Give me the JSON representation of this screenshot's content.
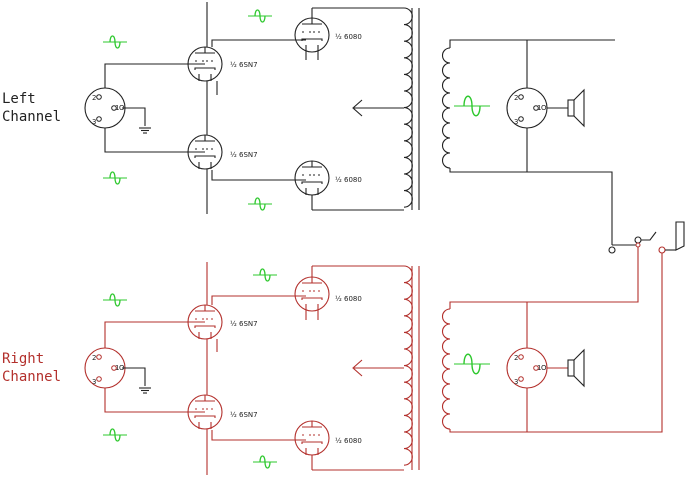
{
  "colors": {
    "left": "#222222",
    "right": "#b3302c",
    "signal": "#2ec82e"
  },
  "left_channel": {
    "label_line1": "Left",
    "label_line2": "Channel",
    "tubes": {
      "driver_top": "½ 6SN7",
      "driver_bottom": "½ 6SN7",
      "output_top": "½ 6080",
      "output_bottom": "½ 6080"
    },
    "input_jack_pins": {
      "p1": "1",
      "p2": "2",
      "p3": "3",
      "o": "O"
    },
    "output_jack_pins": {
      "p1": "1",
      "p2": "2",
      "p3": "3",
      "o": "O"
    }
  },
  "right_channel": {
    "label_line1": "Right",
    "label_line2": "Channel",
    "tubes": {
      "driver_top": "½ 6SN7",
      "driver_bottom": "½ 6SN7",
      "output_top": "½ 6080",
      "output_bottom": "½ 6080"
    },
    "input_jack_pins": {
      "p1": "1",
      "p2": "2",
      "p3": "3",
      "o": "O"
    },
    "output_jack_pins": {
      "p1": "1",
      "p2": "2",
      "p3": "3",
      "o": "O"
    }
  },
  "icons": {
    "input_jack": "xlr-jack-icon",
    "tube": "triode-tube-icon",
    "transformer": "output-transformer-icon",
    "speaker": "speaker-icon",
    "headphone_jack": "headphone-jack-icon",
    "ground": "ground-icon",
    "signal": "sine-wave-icon",
    "center_tap": "arrow-left-icon"
  }
}
